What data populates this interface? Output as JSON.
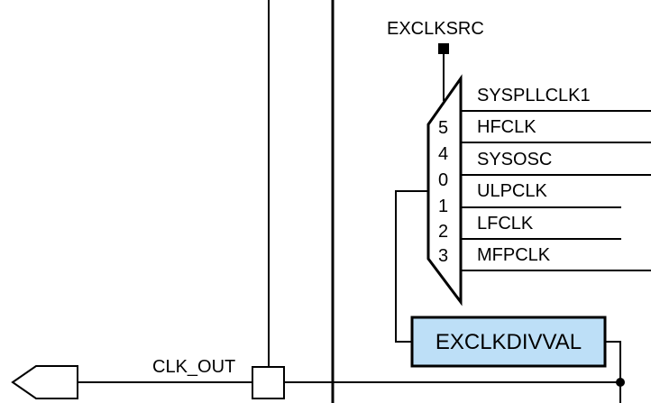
{
  "diagram": {
    "mux_select_signal": "EXCLKSRC",
    "mux_inputs": [
      {
        "index": "5",
        "signal": "SYSPLLCLK1"
      },
      {
        "index": "4",
        "signal": "HFCLK"
      },
      {
        "index": "0",
        "signal": "SYSOSC"
      },
      {
        "index": "1",
        "signal": "ULPCLK"
      },
      {
        "index": "2",
        "signal": "LFCLK"
      },
      {
        "index": "3",
        "signal": "MFPCLK"
      }
    ],
    "divider_block": "EXCLKDIVVAL",
    "output_pin": "CLK_OUT",
    "colors": {
      "divider_fill": "#BDDFF7",
      "line": "#000000"
    }
  }
}
